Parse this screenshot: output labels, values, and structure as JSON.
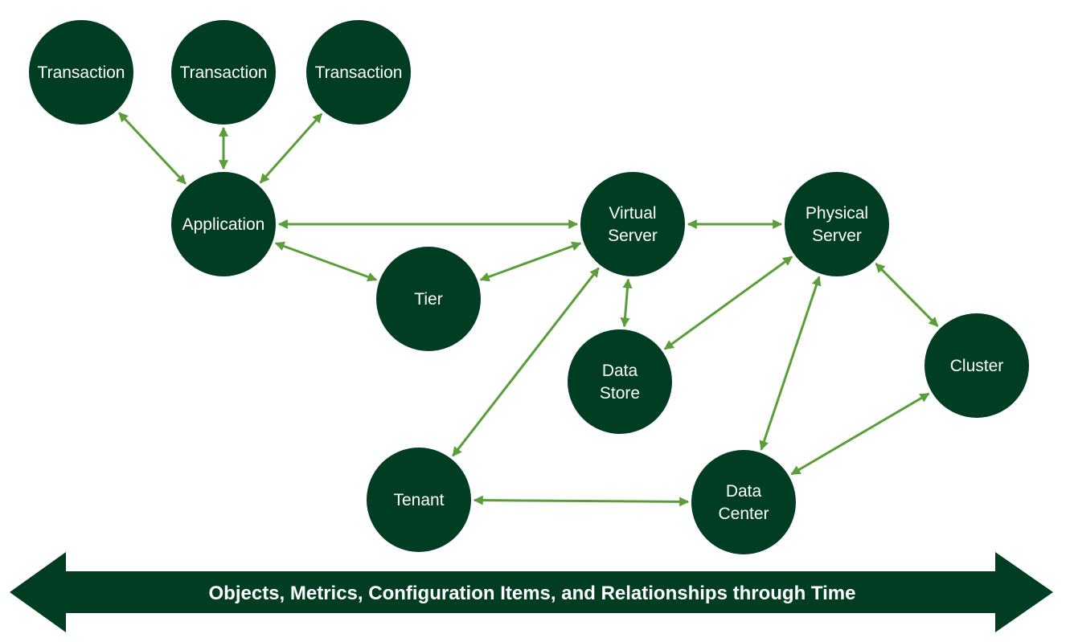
{
  "colors": {
    "node_fill": "#003d22",
    "edge_stroke": "#5a9e3a",
    "banner_fill": "#003d22",
    "text": "#ffffff"
  },
  "nodes": [
    {
      "id": "transaction-1",
      "lines": [
        "Transaction"
      ]
    },
    {
      "id": "transaction-2",
      "lines": [
        "Transaction"
      ]
    },
    {
      "id": "transaction-3",
      "lines": [
        "Transaction"
      ]
    },
    {
      "id": "application",
      "lines": [
        "Application"
      ]
    },
    {
      "id": "tier",
      "lines": [
        "Tier"
      ]
    },
    {
      "id": "virtual-server",
      "lines": [
        "Virtual",
        "Server"
      ]
    },
    {
      "id": "physical-server",
      "lines": [
        "Physical",
        "Server"
      ]
    },
    {
      "id": "data-store",
      "lines": [
        "Data",
        "Store"
      ]
    },
    {
      "id": "cluster",
      "lines": [
        "Cluster"
      ]
    },
    {
      "id": "tenant",
      "lines": [
        "Tenant"
      ]
    },
    {
      "id": "data-center",
      "lines": [
        "Data",
        "Center"
      ]
    }
  ],
  "edges": [
    {
      "from": "transaction-1",
      "to": "application"
    },
    {
      "from": "transaction-2",
      "to": "application"
    },
    {
      "from": "transaction-3",
      "to": "application"
    },
    {
      "from": "application",
      "to": "virtual-server"
    },
    {
      "from": "application",
      "to": "tier"
    },
    {
      "from": "tier",
      "to": "virtual-server"
    },
    {
      "from": "virtual-server",
      "to": "physical-server"
    },
    {
      "from": "virtual-server",
      "to": "data-store"
    },
    {
      "from": "virtual-server",
      "to": "tenant"
    },
    {
      "from": "physical-server",
      "to": "data-store"
    },
    {
      "from": "physical-server",
      "to": "data-center"
    },
    {
      "from": "physical-server",
      "to": "cluster"
    },
    {
      "from": "cluster",
      "to": "data-center"
    },
    {
      "from": "tenant",
      "to": "data-center"
    }
  ],
  "banner": {
    "label": "Objects, Metrics, Configuration Items, and Relationships through Time"
  }
}
